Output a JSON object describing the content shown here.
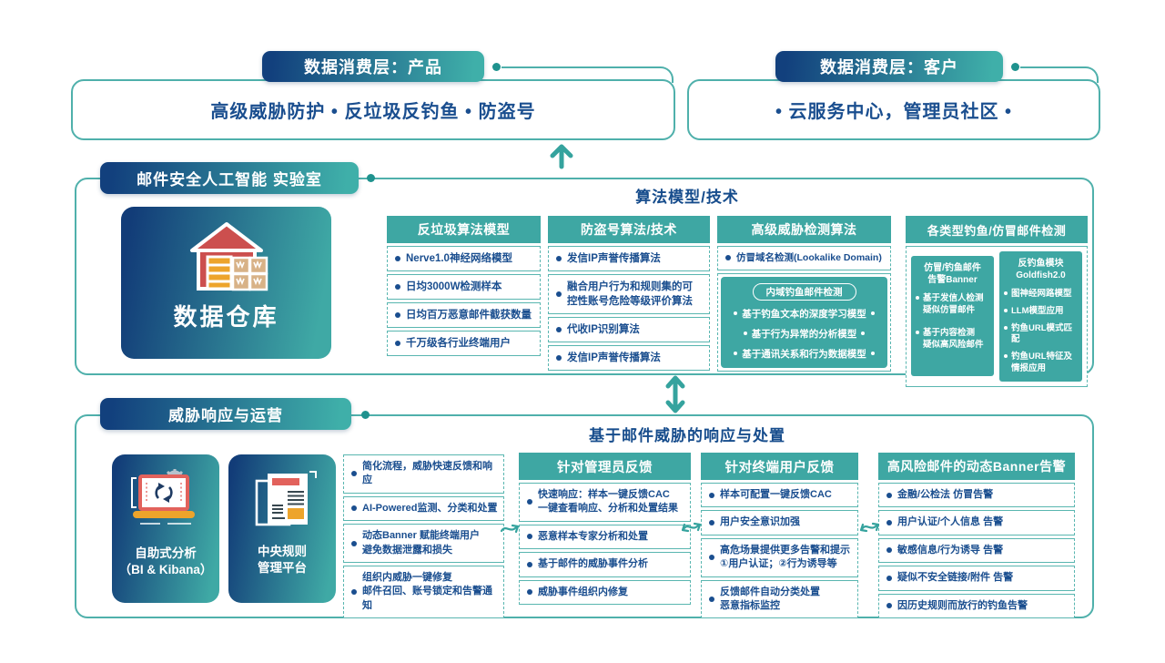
{
  "top": {
    "product": {
      "header": "数据消费层：产品",
      "content": "高级威胁防护 • 反垃圾反钓鱼 • 防盗号"
    },
    "customer": {
      "header": "数据消费层：客户",
      "content": "• 云服务中心，管理员社区 •"
    }
  },
  "lab": {
    "header": "邮件安全人工智能 实验室",
    "warehouse_label": "数据仓库",
    "section_title": "算法模型/技术",
    "antispam": {
      "title": "反垃圾算法模型",
      "items": [
        "Nerve1.0神经网络模型",
        "日均3000W检测样本",
        "日均百万恶意邮件截获数量",
        "千万级各行业终端用户"
      ]
    },
    "antitheft": {
      "title": "防盗号算法/技术",
      "items": [
        "发信IP声誉传播算法",
        "融合用户行为和规则集的可\n控性账号危险等级评价算法",
        "代收IP识别算法",
        "发信IP声誉传播算法"
      ]
    },
    "threat": {
      "title": "高级威胁检测算法",
      "lead": "仿冒域名检测(Lookalike Domain)",
      "pill": "内域钓鱼邮件检测",
      "items": [
        "基于钓鱼文本的深度学习模型",
        "基于行为异常的分析模型",
        "基于通讯关系和行为数据模型"
      ]
    },
    "phish": {
      "title": "各类型钓鱼/仿冒邮件检测",
      "sub1": {
        "title": "仿冒/钓鱼邮件\n告警Banner",
        "items": [
          "基于发信人检测\n疑似仿冒邮件",
          "基于内容检测\n疑似高风险邮件"
        ]
      },
      "sub2": {
        "title": "反钓鱼模块\nGoldfish2.0",
        "items": [
          "图神经网路模型",
          "LLM模型应用",
          "钓鱼URL模式匹配",
          "钓鱼URL特征及\n情报应用"
        ]
      }
    }
  },
  "ops": {
    "header": "威胁响应与运营",
    "section_title": "基于邮件威胁的响应与处置",
    "card_bi": {
      "line1": "自助式分析",
      "line2": "（BI & Kibana）"
    },
    "card_rules": {
      "line1": "中央规则",
      "line2": "管理平台"
    },
    "flow": {
      "items": [
        "简化流程，威胁快速反馈和响应",
        "AI-Powered监测、分类和处置",
        "动态Banner 赋能终端用户\n避免数据泄露和损失",
        "组织内威胁一键修复\n邮件召回、账号锁定和告警通知"
      ]
    },
    "admin": {
      "title": "针对管理员反馈",
      "items": [
        "快速响应：样本一键反馈CAC\n一键查看响应、分析和处置结果",
        "恶意样本专家分析和处置",
        "基于邮件的威胁事件分析",
        "威胁事件组织内修复"
      ]
    },
    "user": {
      "title": "针对终端用户反馈",
      "items": [
        "样本可配置一键反馈CAC",
        "用户安全意识加强",
        "高危场景提供更多告警和提示\n①用户认证；②行为诱导等",
        "反馈邮件自动分类处置\n恶意指标监控"
      ]
    },
    "banner": {
      "title": "高风险邮件的动态Banner告警",
      "items": [
        "金融/公检法 仿冒告警",
        "用户认证/个人信息 告警",
        "敏感信息/行为诱导 告警",
        "疑似不安全链接/附件 告警",
        "因历史规则而放行的钓鱼告警"
      ]
    }
  },
  "colors": {
    "accent_teal": "#3EA7A3",
    "border_teal": "#4FB0AB",
    "pill_dark_blue": "#12407D",
    "text_blue": "#1A4E8F",
    "warehouse_red": "#CC4F4E",
    "warehouse_orange": "#EDA42B",
    "crate_tan": "#D8B287"
  }
}
